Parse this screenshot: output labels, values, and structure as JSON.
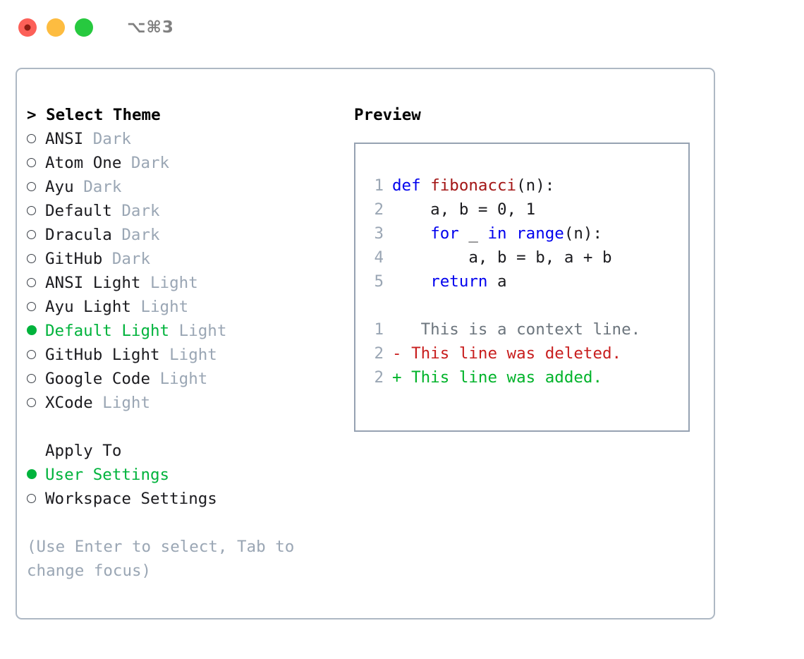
{
  "window": {
    "shortcut": "⌥⌘3",
    "traffic_lights": [
      {
        "name": "close",
        "color": "#fc6058"
      },
      {
        "name": "minimize",
        "color": "#fdbc40"
      },
      {
        "name": "maximize",
        "color": "#27c93f"
      }
    ]
  },
  "theme_panel": {
    "header": "> Select Theme",
    "items": [
      {
        "marker": "off",
        "label": "ANSI",
        "tag": "Dark",
        "selected": false
      },
      {
        "marker": "off",
        "label": "Atom One",
        "tag": "Dark",
        "selected": false
      },
      {
        "marker": "off",
        "label": "Ayu",
        "tag": "Dark",
        "selected": false
      },
      {
        "marker": "off",
        "label": "Default",
        "tag": "Dark",
        "selected": false
      },
      {
        "marker": "off",
        "label": "Dracula",
        "tag": "Dark",
        "selected": false
      },
      {
        "marker": "off",
        "label": "GitHub",
        "tag": "Dark",
        "selected": false
      },
      {
        "marker": "off",
        "label": "ANSI Light",
        "tag": "Light",
        "selected": false
      },
      {
        "marker": "off",
        "label": "Ayu Light",
        "tag": "Light",
        "selected": false
      },
      {
        "marker": "on",
        "label": "Default Light",
        "tag": "Light",
        "selected": true
      },
      {
        "marker": "off",
        "label": "GitHub Light",
        "tag": "Light",
        "selected": false
      },
      {
        "marker": "off",
        "label": "Google Code",
        "tag": "Light",
        "selected": false
      },
      {
        "marker": "off",
        "label": "XCode",
        "tag": "Light",
        "selected": false
      }
    ]
  },
  "apply_to": {
    "header": "Apply To",
    "options": [
      {
        "marker": "on",
        "label": "User Settings",
        "selected": true
      },
      {
        "marker": "off",
        "label": "Workspace Settings",
        "selected": false
      }
    ]
  },
  "hint": {
    "line1": "(Use Enter to select, Tab to",
    "line2": "change focus)"
  },
  "preview": {
    "header": "Preview",
    "code_lines": [
      {
        "no": "1",
        "tokens": [
          {
            "t": "def ",
            "c": "kw"
          },
          {
            "t": "fibonacci",
            "c": "fn"
          },
          {
            "t": "(n):",
            "c": "plain"
          }
        ]
      },
      {
        "no": "2",
        "tokens": [
          {
            "t": "    a, b = 0, 1",
            "c": "plain"
          }
        ]
      },
      {
        "no": "3",
        "tokens": [
          {
            "t": "    ",
            "c": "plain"
          },
          {
            "t": "for",
            "c": "kw"
          },
          {
            "t": " _ ",
            "c": "plain"
          },
          {
            "t": "in",
            "c": "kw"
          },
          {
            "t": " ",
            "c": "plain"
          },
          {
            "t": "range",
            "c": "kw"
          },
          {
            "t": "(n):",
            "c": "plain"
          }
        ]
      },
      {
        "no": "4",
        "tokens": [
          {
            "t": "        a, b = b, a + b",
            "c": "plain"
          }
        ]
      },
      {
        "no": "5",
        "tokens": [
          {
            "t": "    ",
            "c": "plain"
          },
          {
            "t": "return",
            "c": "kw"
          },
          {
            "t": " a",
            "c": "plain"
          }
        ]
      }
    ],
    "diff_lines": [
      {
        "no": "1",
        "sign": " ",
        "text": "  This is a context line.",
        "kind": "ctx"
      },
      {
        "no": "2",
        "sign": "-",
        "text": " This line was deleted.",
        "kind": "del"
      },
      {
        "no": "2",
        "sign": "+",
        "text": " This line was added.",
        "kind": "add"
      }
    ]
  },
  "colors": {
    "accent_green": "#00b33c",
    "muted": "#9aa6b4",
    "keyword_blue": "#0000ee",
    "function_red": "#a31515",
    "diff_delete": "#c81e1e",
    "diff_add": "#00b32a",
    "border": "#aeb8c4"
  }
}
